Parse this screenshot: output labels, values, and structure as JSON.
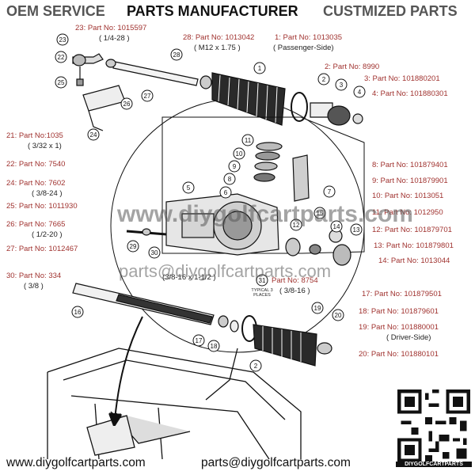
{
  "header": {
    "left": "OEM SERVICE",
    "center": "PARTS MANUFACTURER",
    "right": "CUSTMIZED PARTS"
  },
  "labels": {
    "l23": "23: Part No: 1015597",
    "l23s": "( 1/4-28 )",
    "l28": "28: Part No:  1013042",
    "l28s": "( M12 x 1.75 )",
    "l1": "1: Part No: 1013035",
    "l1s": "( Passenger-Side)",
    "l2": "2: Part No: 8990",
    "l3": "3: Part No: 101880201",
    "l4": "4: Part No: 101880301",
    "l21": "21: Part  No:1035",
    "l21s": "( 3/32 x 1)",
    "l22": "22: Part No: 7540",
    "l24": "24: Part No:  7602",
    "l24s": "( 3/8-24 )",
    "l25": "25: Part No: 1011930",
    "l26": "26: Part No: 7665",
    "l26s": "( 1/2-20 )",
    "l27": "27: Part No:  1012467",
    "l30": "30: Part No:  334",
    "l30s": "( 3/8 )",
    "l8": "8: Part No: 101879401",
    "l9": "9: Part No: 101879901",
    "l10": "10: Part No:  1013051",
    "l11": "11: Part No: 1012950",
    "l12": "12: Part No: 101879701",
    "l13": "13: Part No: 101879801",
    "l14": "14: Part No: 1013044",
    "l31": "Part No:  8754",
    "l31s": "( 3/8-16 )",
    "bolt": "(3/8-16 x 1-1/2 )",
    "typical": "TYPICAL 3 PLACES",
    "l17": "17: Part No: 101879501",
    "l18": "18: Part No: 101879601",
    "l19": "19: Part No: 101880001",
    "l19s": "( Driver-Side)",
    "l20": "20: Part No: 101880101"
  },
  "watermark": {
    "site": "www.diygolfcartparts.com",
    "email": "parts@diygolfcartparts.com"
  },
  "footer": {
    "site": "www.diygolfcartparts.com",
    "email": "parts@diygolfcartparts.com"
  },
  "qr_caption": "DIYGOLFCARTPARTS",
  "callouts": [
    "23",
    "22",
    "25",
    "26",
    "24",
    "27",
    "28",
    "1",
    "2",
    "3",
    "4",
    "11",
    "10",
    "9",
    "8",
    "7",
    "5",
    "6",
    "12",
    "14",
    "13",
    "15",
    "29",
    "30",
    "31",
    "16",
    "17",
    "18",
    "19",
    "20"
  ],
  "colors": {
    "label_red": "#a0322f",
    "header_gray": "#555555",
    "ink": "#111111"
  }
}
